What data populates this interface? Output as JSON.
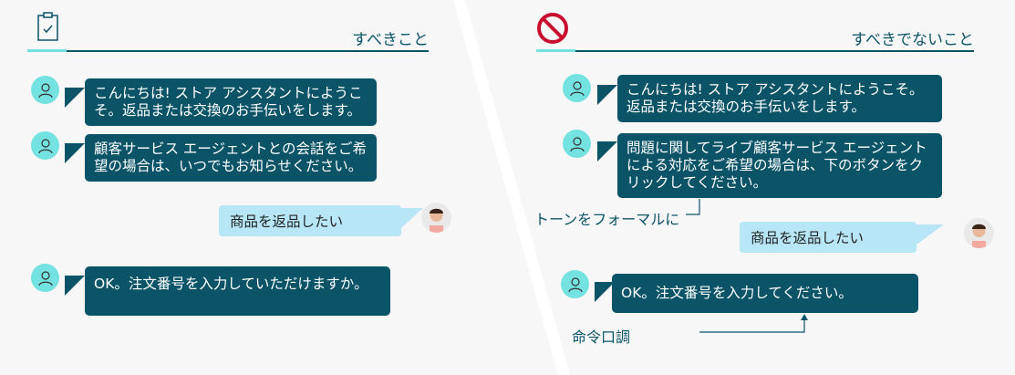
{
  "do": {
    "title": "すべきこと",
    "icon": "clipboard-check-icon",
    "messages": [
      {
        "from": "bot",
        "text": "こんにちは! ストア アシスタントにようこそ。返品または交換のお手伝いをします。"
      },
      {
        "from": "bot",
        "text": "顧客サービス エージェントとの会話をご希望の場合は、いつでもお知らせください。"
      },
      {
        "from": "user",
        "text": "商品を返品したい"
      },
      {
        "from": "bot",
        "text": "OK。注文番号を入力していただけますか。"
      }
    ]
  },
  "dont": {
    "title": "すべきでないこと",
    "icon": "prohibited-icon",
    "messages": [
      {
        "from": "bot",
        "text": "こんにちは! ストア アシスタントにようこそ。返品または交換のお手伝いをします。"
      },
      {
        "from": "bot",
        "text": "問題に関してライブ顧客サービス エージェントによる対応をご希望の場合は、下のボタンをクリックしてください。"
      },
      {
        "from": "user",
        "text": "商品を返品したい"
      },
      {
        "from": "bot",
        "text": "OK。注文番号を入力してください。"
      }
    ],
    "annotations": [
      "トーンをフォーマルに",
      "命令口調"
    ]
  },
  "colors": {
    "bot_bubble": "#0b5468",
    "user_bubble": "#b7e6f6",
    "accent": "#74e2e0",
    "prohibit": "#c8102e"
  }
}
